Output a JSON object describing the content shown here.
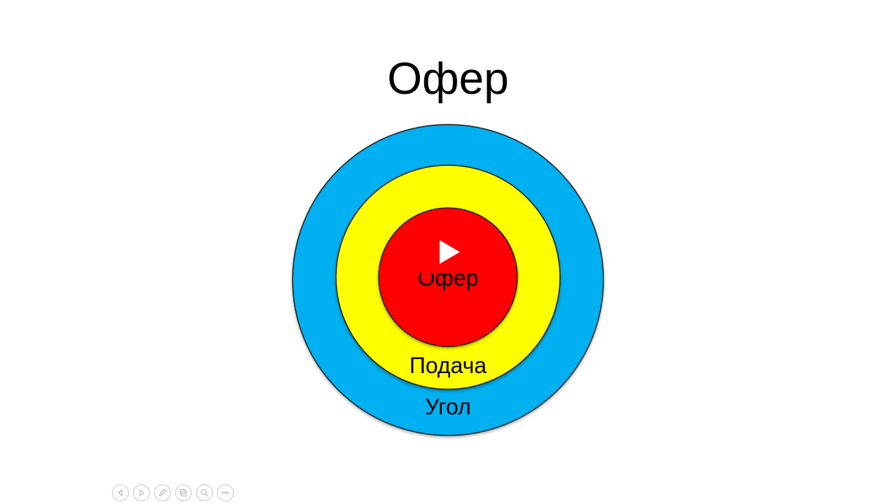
{
  "slide": {
    "title": "Офер"
  },
  "target": {
    "rings": [
      {
        "name": "outer",
        "label": "Угол",
        "color": "#00B0F0"
      },
      {
        "name": "middle",
        "label": "Подача",
        "color": "#FFFF00"
      },
      {
        "name": "inner",
        "label": "Офер",
        "color": "#FF0000"
      }
    ],
    "play_icon": "play-icon"
  },
  "controls": [
    {
      "name": "previous-slide-button",
      "icon": "arrow-left-icon"
    },
    {
      "name": "next-slide-button",
      "icon": "arrow-right-icon"
    },
    {
      "name": "pen-tool-button",
      "icon": "pen-icon"
    },
    {
      "name": "slides-view-button",
      "icon": "slides-icon"
    },
    {
      "name": "zoom-button",
      "icon": "magnifier-icon"
    },
    {
      "name": "more-options-button",
      "icon": "more-icon"
    }
  ]
}
